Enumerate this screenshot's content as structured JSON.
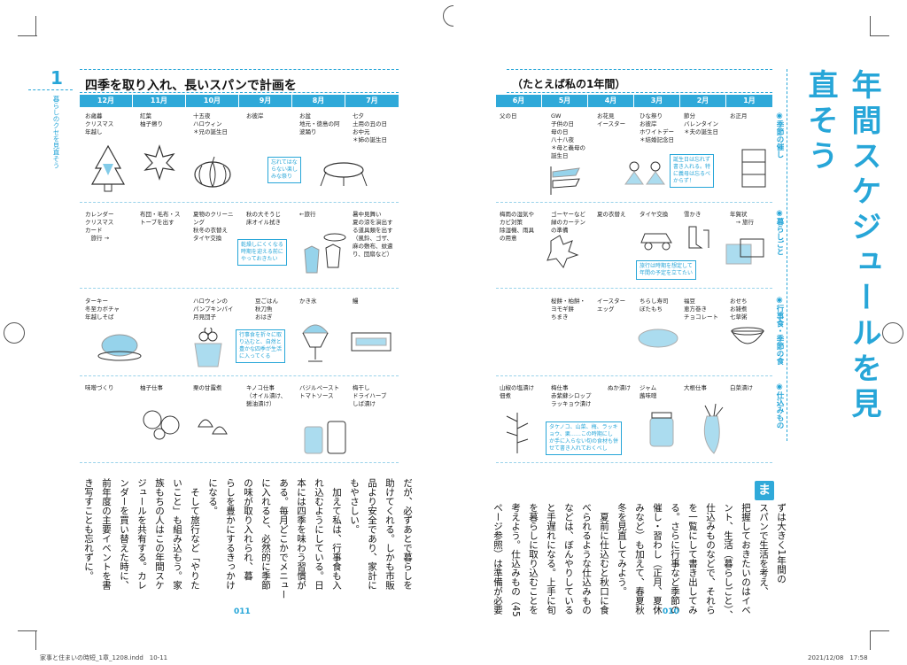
{
  "left": {
    "chapter": {
      "number": "1",
      "subtitle": "暮らしのクセを見直そう"
    },
    "title": "四季を取り入れ、長いスパンで計画を",
    "months": [
      "12月",
      "11月",
      "10月",
      "9月",
      "8月",
      "7月"
    ],
    "rows": {
      "r1": [
        "お歳暮\nクリスマス\n年越し",
        "紅葉\n柚子擦り",
        "十五夜\nハロウィン\n＊兄の誕生日",
        "お彼岸",
        "お盆\n地元・徳島の阿\n波踊り",
        "七夕\n土用の丑の日\nお中元\n＊姉の誕生日"
      ],
      "r2": [
        "カレンダー\nクリスマス\nカード\n　旅行 →",
        "布団・毛布・ス\nトーブを出す",
        "夏物のクリーニ\nング\n秋冬の衣替え\nタイヤ交換",
        "秋の大そうじ\n床オイル拭き",
        "←旅行",
        "暑中見舞い\n夏の涼を演出す\nる道具類を出す\n（風鈴、ゴザ、\n麻の敷布、蚊遣\nり、団扇など）"
      ],
      "r3": [
        "ターキー\n冬至カボチャ\n年越しそば",
        "",
        "ハロウィンの\nパンプキンパイ\n月見団子",
        "豆ごはん\n秋刀魚\nおはぎ",
        "かき氷",
        "鰻"
      ],
      "r4": [
        "味噌づくり",
        "柚子仕事",
        "栗の甘露煮",
        "キノコ仕事\n（オイル漬け、\n醤油漬け）",
        "バジルペースト\nトマトソース",
        "梅干し\nドライハーブ\nしば漬け"
      ]
    },
    "notes": {
      "n1": "忘れてはな\nらない楽し\nみな祭り",
      "n2": "乾燥しにくくなる\n時期を迎える前に\nやっておきたい",
      "n3": "行事食を折々に取\nり込むと、自然と\n豊かな四季が生活\nに入ってくる"
    },
    "body": "だが、必ずあとで暮らしを\n助けてくれる。しかも市販\n品より安全であり、家計に\nもやさしい。\n　加えて私は、行事食も入\nれ込むようにしている。日\n本には四季を味わう習慣が\nある。毎月どこかでメニュー\nに入れると、必然的に季節\nの味が取り入れられ、暮\nらしを豊かにするきっかけ\nになる。\n　そして旅行など「やりた\nいこと」も組み込もう。家\n族もちの人はこの年間スケ\nジュールを共有する。カレ\nンダーを買い替えた時に、\n前年度の主要イベントを書\nき写すことも忘れずに。",
    "folio": "011",
    "footer_file": "家事と住まいの時短_1章_1208.indd　10-11"
  },
  "right": {
    "title": "（たとえば私の1年間）",
    "big_title": "年間スケジュールを見直そう",
    "months": [
      "6月",
      "5月",
      "4月",
      "3月",
      "2月",
      "1月"
    ],
    "categories": [
      "◉季節の催し",
      "◉暮らしごと",
      "◉行事食・季節の食",
      "◉仕込みもの"
    ],
    "rows": {
      "r1": [
        "父の日",
        "GW\n子供の日\n母の日\n八十八夜\n＊母と義母の\n誕生日",
        "お花見\nイースター",
        "ひな祭り\nお彼岸\nホワイトデー\n＊結婚記念日",
        "節分\nバレンタイン\n＊夫の誕生日",
        "お正月"
      ],
      "r2": [
        "梅雨の湿気や\nカビ対策\n除湿機、雨具\nの用意",
        "ゴーヤーなど\n緑のカーテン\nの準備",
        "夏の衣替え",
        "タイヤ交換",
        "雪かき",
        "年賀状\n　→ 旅行"
      ],
      "r3": [
        "",
        "桜餅・柏餅・\nヨモギ餅\nちまき",
        "イースター\nエッグ",
        "ちらし寿司\nぼたもち",
        "福豆\n恵方巻き\nチョコレート",
        "おせち\nお雑煮\n七草粥"
      ],
      "r4": [
        "山椒の塩漬け\n佃煮",
        "梅仕事\n赤紫蘇シロップ\nラッキョウ漬け",
        "ぬか漬け",
        "ジャム\n蕗味噌",
        "大根仕事",
        "白菜漬け"
      ]
    },
    "notes": {
      "n1": "誕生日は忘れず\n書き入れる。特\nに義母は忘るべ\nからず！",
      "n2": "旅行は時期を想定して\n年間の予定を立てたい",
      "n3": "タケノコ、山菜、梅、ラッキ\nョウ、栗……この時期にし\nか手に入らない旬の食材も併\nせて書き入れておくべし"
    },
    "body_ma": "ま",
    "body": "ずは大きく1年間の\nスパンで生活を考え、\n把握しておきたいのはイベ\nント、生活（暮らしごと）、\n仕込みものなどで、それら\nを一覧にして書き出してみ\nる。さらに行事など季節の\n催し・習わし（正月、夏休\nみなど）も加えて、春夏秋\n冬を見直してみよう。\n　夏前に仕込むと秋口に食\nべられるような仕込みもの\nなどは、ぼんやりしている\nと手遅れになる。上手に旬\nを暮らしに取り込むことを\n考えよう。仕込みもの（45\nページ参照）は準備が必要",
    "folio": "010",
    "footer_date": "2021/12/08　17:58"
  },
  "colors": {
    "accent": "#2fa9d9"
  }
}
